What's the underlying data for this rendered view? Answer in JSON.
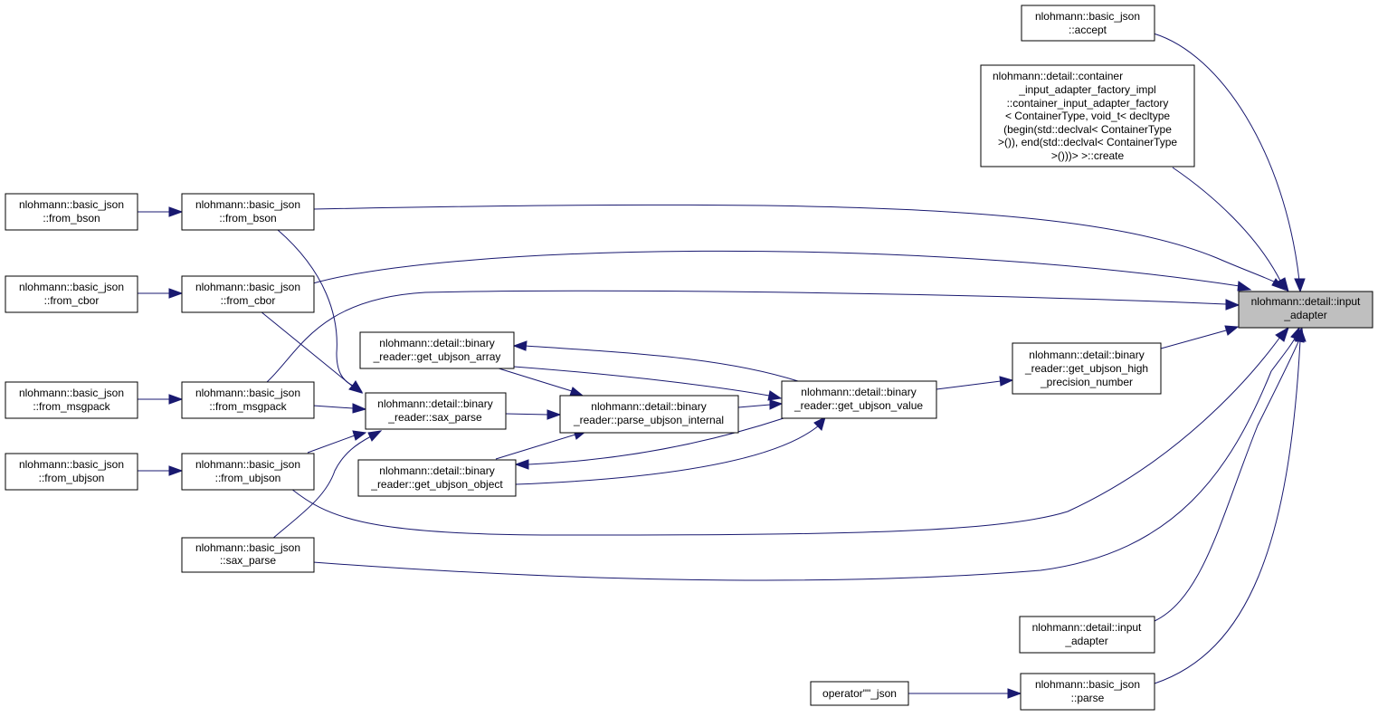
{
  "colors": {
    "edge": "#191970",
    "target_fill": "#bfbfbf",
    "node_fill": "#ffffff",
    "node_border": "#000000"
  },
  "nodes": {
    "input_adapter_target": [
      "nlohmann::detail::input",
      "_adapter"
    ],
    "accept": [
      "nlohmann::basic_json",
      "::accept"
    ],
    "container_factory_create": [
      "nlohmann::detail::container",
      "_input_adapter_factory_impl",
      "::container_input_adapter_factory",
      "< ContainerType, void_t< decltype",
      "(begin(std::declval< ContainerType",
      ">()), end(std::declval< ContainerType",
      ">()))> >::create"
    ],
    "from_bson_outer": [
      "nlohmann::basic_json",
      "::from_bson"
    ],
    "from_bson": [
      "nlohmann::basic_json",
      "::from_bson"
    ],
    "from_cbor_outer": [
      "nlohmann::basic_json",
      "::from_cbor"
    ],
    "from_cbor": [
      "nlohmann::basic_json",
      "::from_cbor"
    ],
    "from_msgpack_outer": [
      "nlohmann::basic_json",
      "::from_msgpack"
    ],
    "from_msgpack": [
      "nlohmann::basic_json",
      "::from_msgpack"
    ],
    "from_ubjson_outer": [
      "nlohmann::basic_json",
      "::from_ubjson"
    ],
    "from_ubjson": [
      "nlohmann::basic_json",
      "::from_ubjson"
    ],
    "basic_json_sax_parse": [
      "nlohmann::basic_json",
      "::sax_parse"
    ],
    "get_ubjson_array": [
      "nlohmann::detail::binary",
      "_reader::get_ubjson_array"
    ],
    "binary_reader_sax_parse": [
      "nlohmann::detail::binary",
      "_reader::sax_parse"
    ],
    "parse_ubjson_internal": [
      "nlohmann::detail::binary",
      "_reader::parse_ubjson_internal"
    ],
    "get_ubjson_object": [
      "nlohmann::detail::binary",
      "_reader::get_ubjson_object"
    ],
    "get_ubjson_value": [
      "nlohmann::detail::binary",
      "_reader::get_ubjson_value"
    ],
    "get_ubjson_high_precision_number": [
      "nlohmann::detail::binary",
      "_reader::get_ubjson_high",
      "_precision_number"
    ],
    "input_adapter_overload": [
      "nlohmann::detail::input",
      "_adapter"
    ],
    "parse": [
      "nlohmann::basic_json",
      "::parse"
    ],
    "operator_json": [
      "operator\"\"_json"
    ]
  }
}
